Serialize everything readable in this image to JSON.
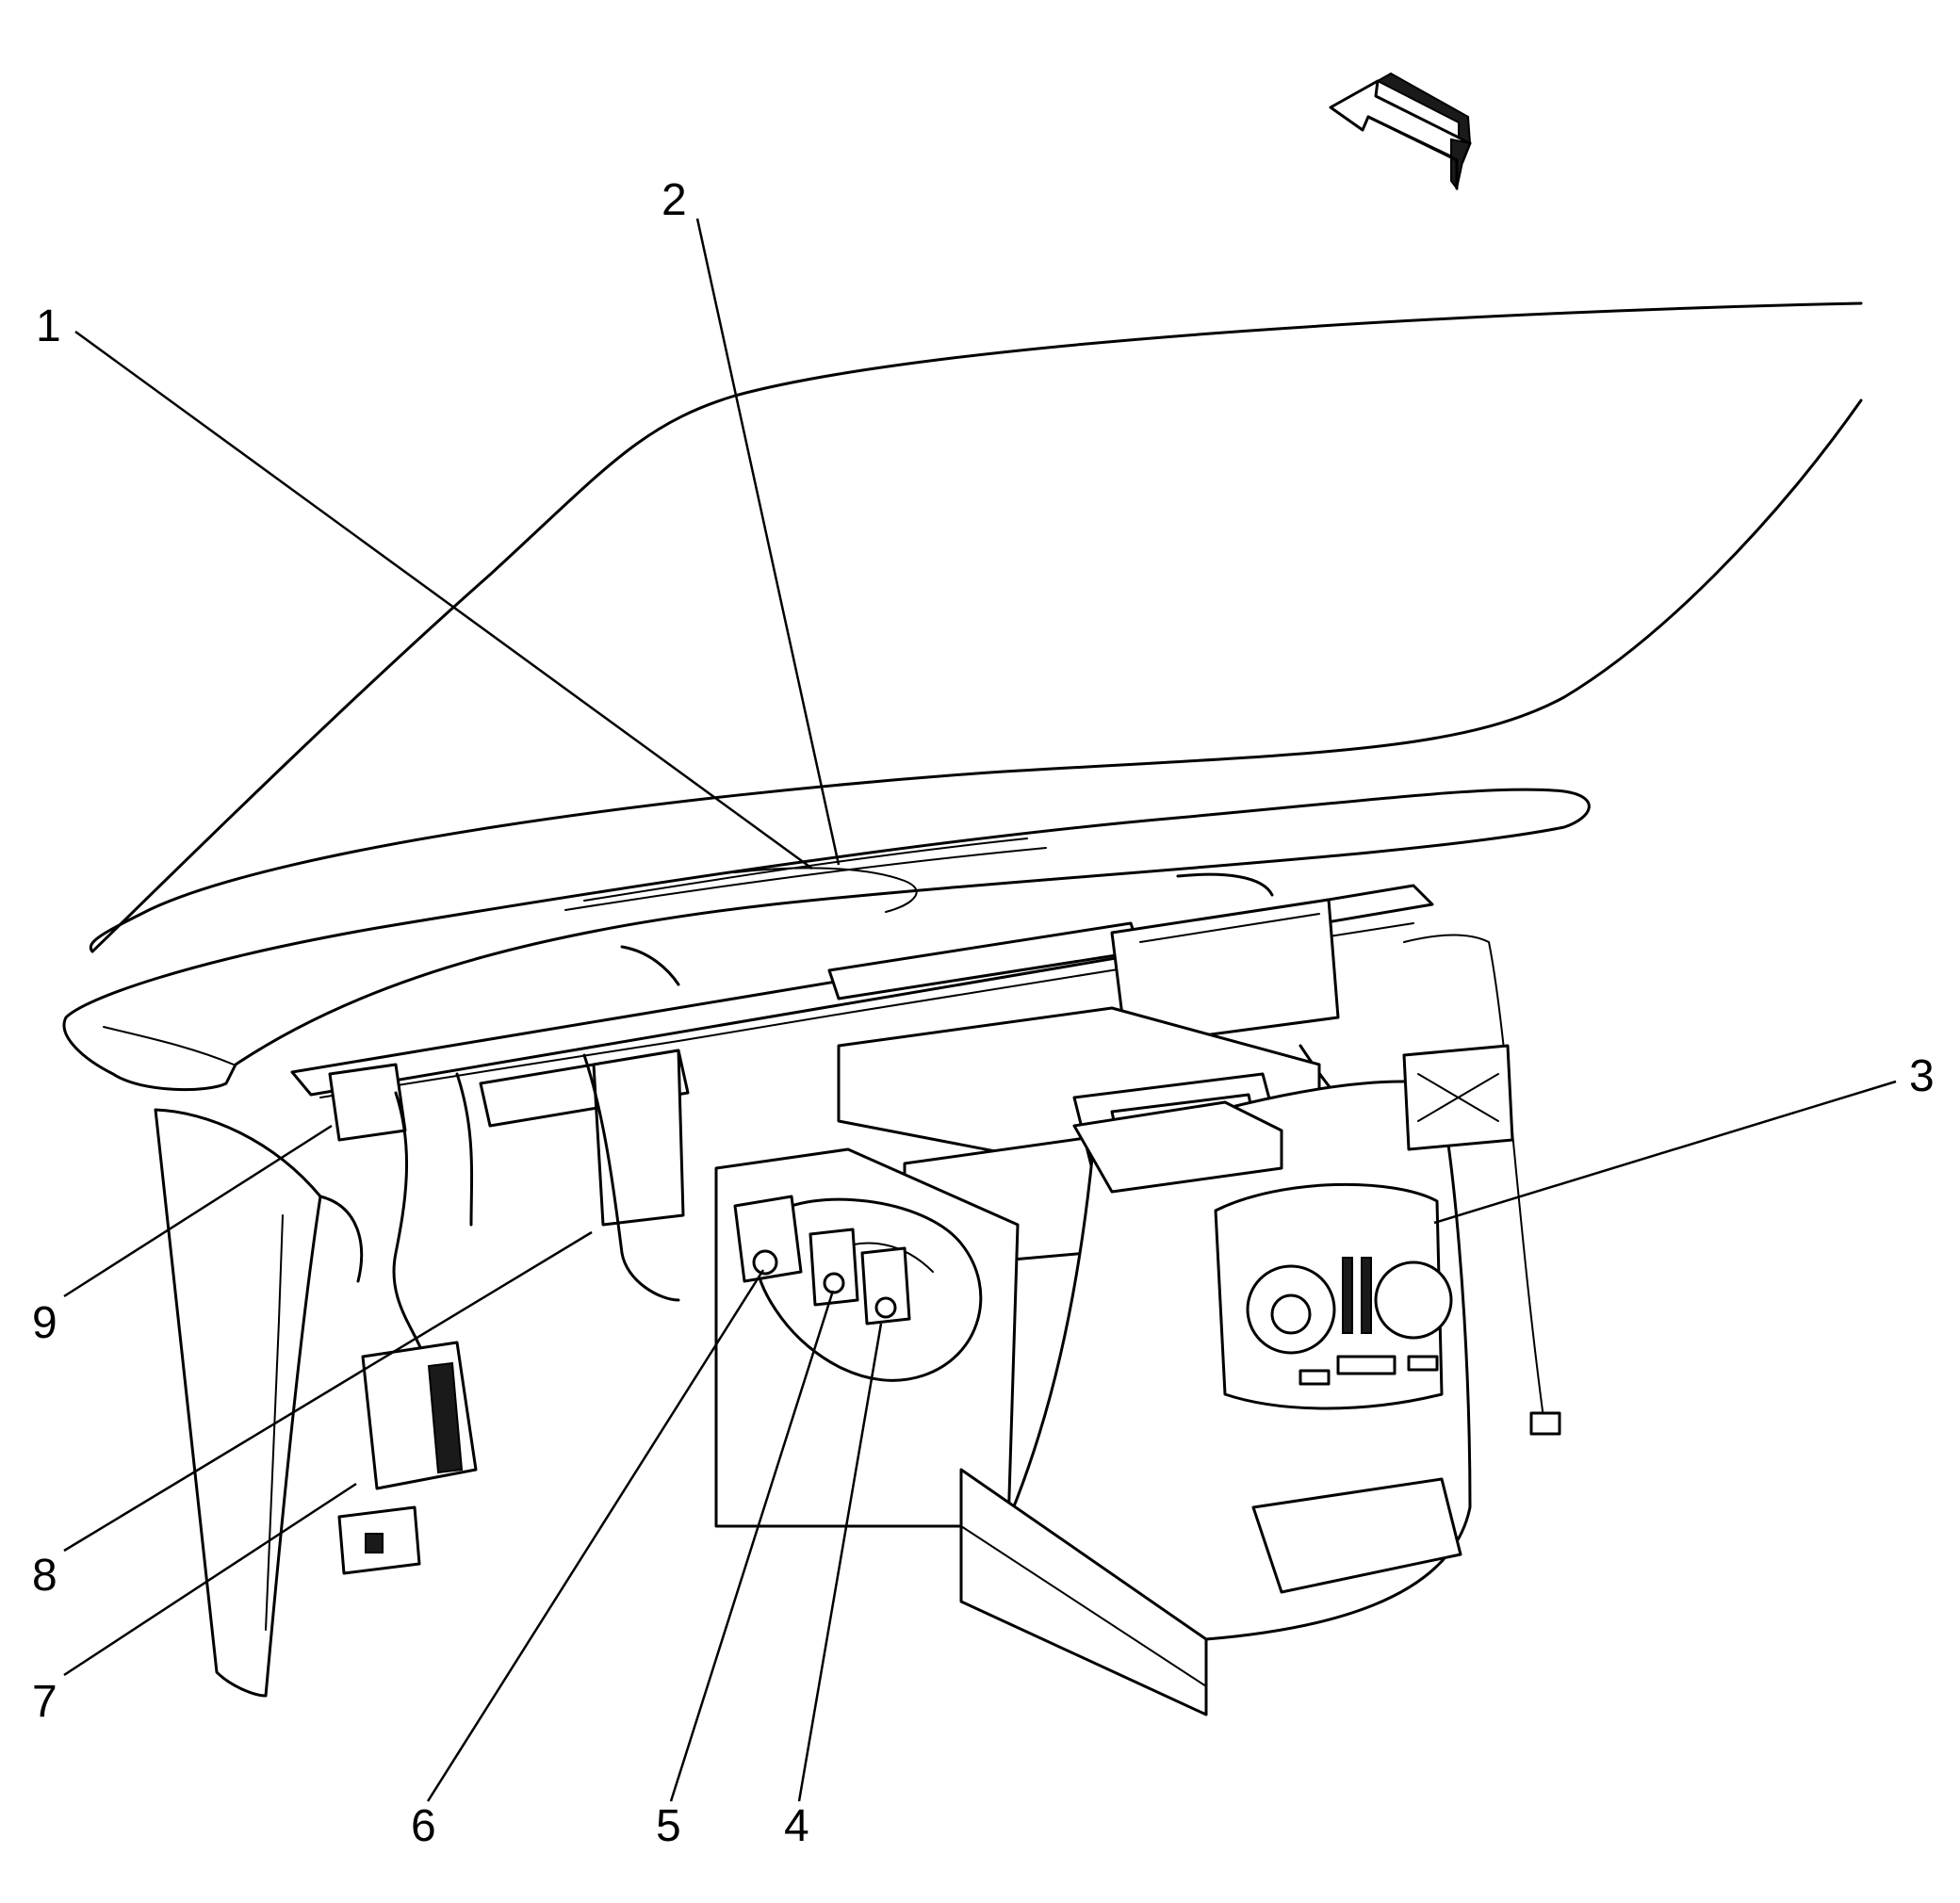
{
  "callouts": [
    "1",
    "2",
    "3",
    "4",
    "5",
    "6",
    "7",
    "8",
    "9"
  ],
  "icons": {
    "direction_arrow": "front-direction-arrow-icon"
  },
  "colors": {
    "line": "#000000",
    "background": "#ffffff"
  }
}
